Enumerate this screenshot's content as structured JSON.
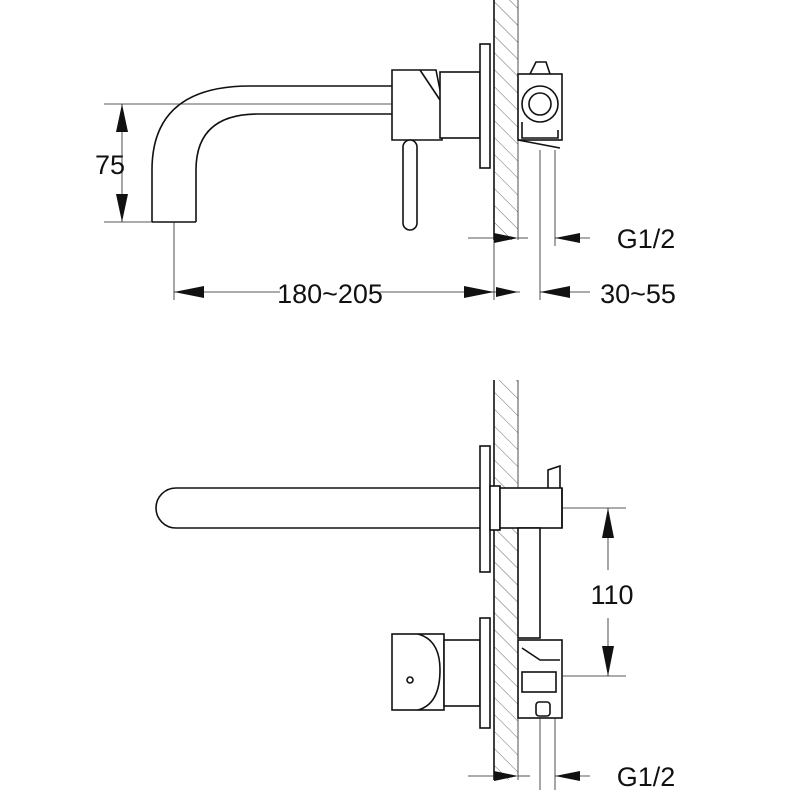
{
  "dimensions": {
    "top_height": "75",
    "top_length": "180~205",
    "top_depth": "30~55",
    "top_thread": "G1/2",
    "bottom_height": "110",
    "bottom_thread": "G1/2"
  }
}
